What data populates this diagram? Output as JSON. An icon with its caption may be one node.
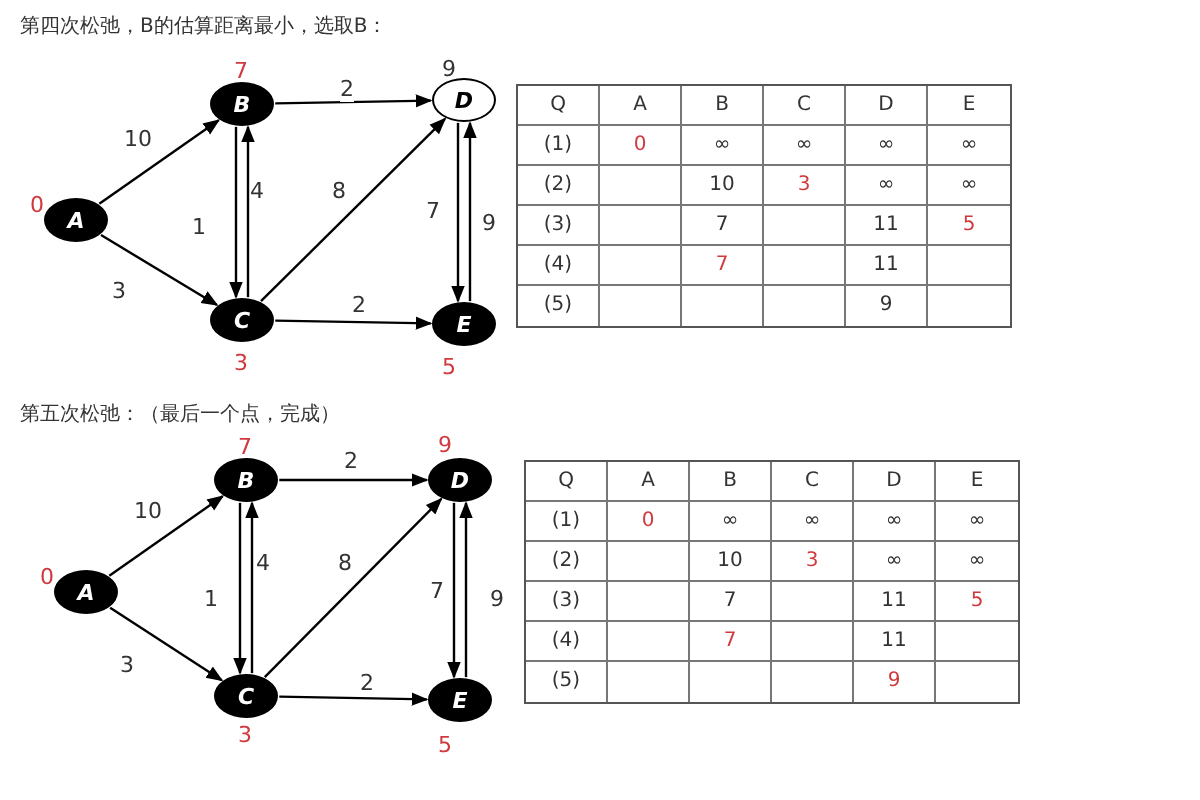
{
  "diagram": {
    "nodes": [
      {
        "text": [
          "A"
        ],
        "beside": [
          "0"
        ]
      },
      {
        "text": [
          "B"
        ],
        "beside": [
          "7"
        ]
      },
      {
        "text": [
          "C"
        ],
        "beside": [
          "3"
        ]
      },
      {
        "text": [
          "D"
        ],
        "beside": [
          "9"
        ]
      },
      {
        "text": [
          "E"
        ],
        "beside": [
          "5"
        ]
      },
      {
        "text": [
          "A"
        ],
        "beside": [
          "0"
        ]
      },
      {
        "text": [
          "B"
        ],
        "beside": [
          "7"
        ]
      },
      {
        "text": [
          "C"
        ],
        "beside": [
          "3"
        ]
      },
      {
        "text": [
          "D"
        ],
        "beside": [
          "9"
        ]
      },
      {
        "text": [
          "E"
        ],
        "beside": [
          "5"
        ]
      }
    ],
    "edges": [
      {
        "from": 0,
        "to": 1,
        "arrow": "to",
        "label": "10"
      },
      {
        "from": 0,
        "to": 2,
        "arrow": "to",
        "label": "3"
      },
      {
        "from": 1,
        "to": 3,
        "arrow": "to",
        "label": "2"
      },
      {
        "from": 1,
        "to": 2,
        "arrow": "to",
        "label": "1"
      },
      {
        "from": 2,
        "to": 1,
        "arrow": "to",
        "label": "4"
      },
      {
        "from": 2,
        "to": 3,
        "arrow": "to",
        "label": "8"
      },
      {
        "from": 2,
        "to": 4,
        "arrow": "to",
        "label": "2"
      },
      {
        "from": 3,
        "to": 4,
        "arrow": "to",
        "label": "7"
      },
      {
        "from": 4,
        "to": 3,
        "arrow": "to",
        "label": "9"
      },
      {
        "from": 5,
        "to": 6,
        "arrow": "to",
        "label": "10"
      },
      {
        "from": 5,
        "to": 7,
        "arrow": "to",
        "label": "3"
      },
      {
        "from": 6,
        "to": 8,
        "arrow": "to",
        "label": "2"
      },
      {
        "from": 6,
        "to": 7,
        "arrow": "to",
        "label": "1"
      },
      {
        "from": 7,
        "to": 6,
        "arrow": "to",
        "label": "4"
      },
      {
        "from": 7,
        "to": 8,
        "arrow": "to",
        "label": "8"
      },
      {
        "from": 7,
        "to": 9,
        "arrow": "to",
        "label": "2"
      },
      {
        "from": 8,
        "to": 9,
        "arrow": "to",
        "label": "7"
      },
      {
        "from": 9,
        "to": 8,
        "arrow": "to",
        "label": "9"
      }
    ],
    "labels": [
      "第四次松弛，B的估算距离最小，选取B：",
      "Q",
      "A",
      "B",
      "C",
      "D",
      "E",
      "(1)",
      "0",
      "∞",
      "∞",
      "∞",
      "∞",
      "(2)",
      "10",
      "3",
      "∞",
      "∞",
      "(3)",
      "7",
      "11",
      "5",
      "(4)",
      "7",
      "11",
      "(5)",
      "9",
      "第五次松弛：（最后一个点，完成）",
      "Q",
      "A",
      "B",
      "C",
      "D",
      "E",
      "(1)",
      "0",
      "∞",
      "∞",
      "∞",
      "∞",
      "(2)",
      "10",
      "3",
      "∞",
      "∞",
      "(3)",
      "7",
      "11",
      "5",
      "(4)",
      "7",
      "11",
      "(5)",
      "9"
    ]
  }
}
